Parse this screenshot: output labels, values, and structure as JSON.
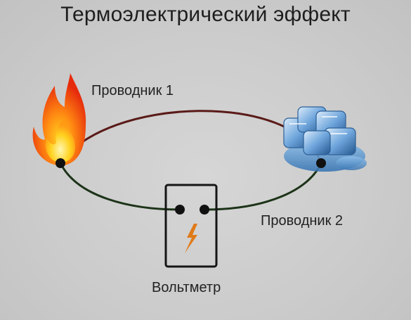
{
  "title": "Термоэлектрический эффект",
  "labels": {
    "conductor_1": "Проводник 1",
    "conductor_2": "Проводник 2",
    "voltmeter": "Вольтметр"
  },
  "colors": {
    "conductor_1": "#5a1b18",
    "conductor_2": "#1c3318",
    "voltmeter_frame": "#151515",
    "lightning": "#e07b1a",
    "flame_outer": "#e62b0c",
    "flame_inner": "#ffd21f",
    "ice": "#5b9ad6"
  },
  "icons": {
    "hot_junction": "flame-icon",
    "cold_junction": "ice-cubes-icon",
    "meter_symbol": "lightning-icon"
  }
}
